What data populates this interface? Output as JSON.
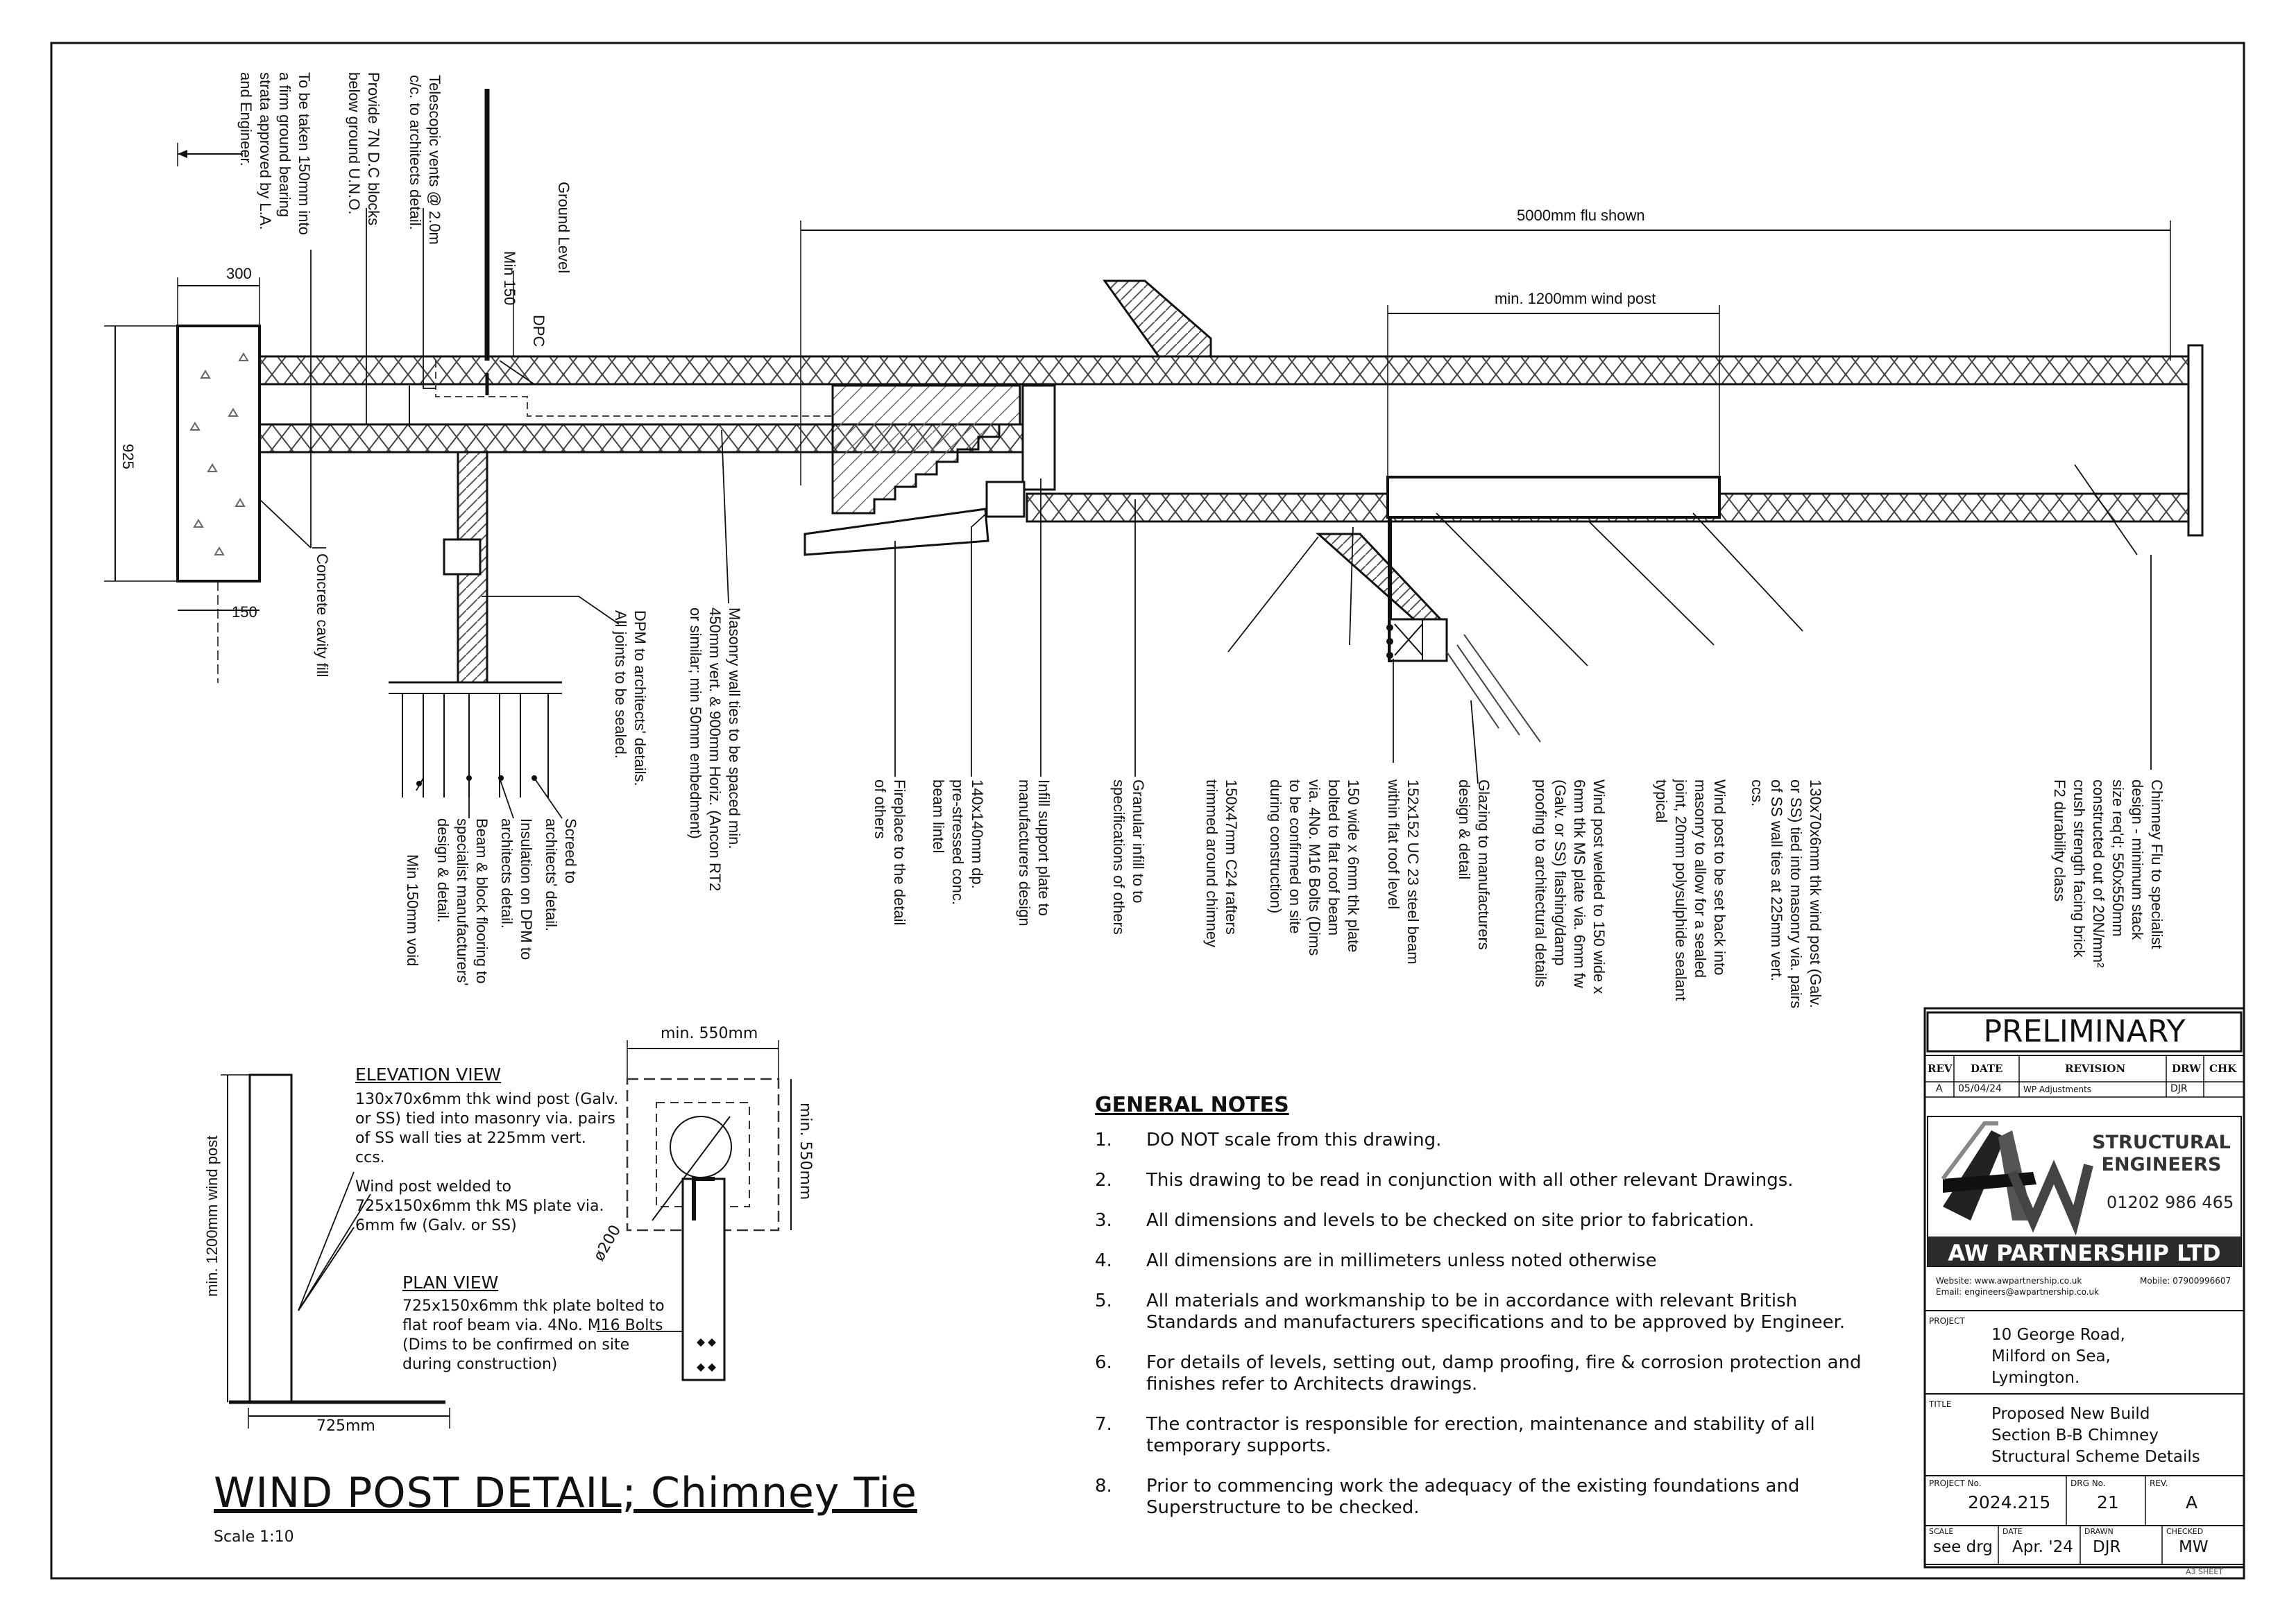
{
  "drawing": {
    "title": "WIND POST DETAIL; Chimney Tie",
    "scale": "Scale 1:10"
  },
  "section": {
    "dims": {
      "flu_shown": "5000mm flu shown",
      "min_wind_post": "min. 1200mm wind post",
      "foundation_width": "300",
      "foundation_depth": "925",
      "foundation_offset": "150",
      "min_150": "Min 150",
      "dpc": "DPC"
    },
    "top_labels": {
      "foundation_note": [
        "To be taken 150mm into",
        "a firm ground bearing",
        "strata approved by L.A.",
        "and Engineer."
      ],
      "blocks_note": [
        "Provide 7N D.C blocks",
        "below ground U.N.O."
      ],
      "vents_note": [
        "Telescopic vents @ 2.0m",
        "c/c. to architects detail."
      ],
      "ground_level": "Ground Level"
    },
    "bottom_labels": {
      "concrete_fill": "Concrete cavity fill",
      "dpm": [
        "DPM to architects' details.",
        "All joints to be sealed."
      ],
      "wall_ties": [
        "Masonry wall ties to be spaced min.",
        "450mm vert. & 900mm Horiz. (Ancon RT2",
        "or similar; min 50mm embedment)"
      ],
      "screed": [
        "Screed to",
        "architects' detail."
      ],
      "insulation": [
        "Insulation on DPM to",
        "architects detail."
      ],
      "beam_block": [
        "Beam & block flooring to",
        "specialist manufacturers'",
        "design & detail."
      ],
      "void": "Min 150mm void",
      "fireplace": [
        "Fireplace to the detail",
        "of others"
      ],
      "lintel": [
        "140x140mm dp.",
        "pre-stressed conc.",
        "beam lintel"
      ],
      "infill_plate": [
        "Infill support plate to",
        "manufacturers design"
      ],
      "granular": [
        "Granular infill to to",
        "specifications of others"
      ],
      "rafters": [
        "150x47mm C24 rafters",
        "trimmed around chimney"
      ],
      "plate_bolted": [
        "150 wide x 6mm thk plate",
        "bolted to flat roof beam",
        "via. 4No. M16 Bolts (Dims",
        "to be confirmed on site",
        "during construction)"
      ],
      "steel_beam": [
        "152x152 UC 23 steel beam",
        "within flat roof level"
      ],
      "glazing": [
        "Glazing to manufacturers",
        "design & detail"
      ],
      "post_welded": [
        "Wind post welded to 150 wide x",
        "6mm thk MS plate via. 6mm fw",
        "(Galv. or SS) flashing/damp",
        "proofing to architectural details"
      ],
      "set_back": [
        "Wind post to be set back into",
        "masonry to allow for a sealed",
        "joint, 20mm polysulphide sealant",
        "typical"
      ],
      "wind_post": [
        "130x70x6mm thk wind post (Galv.",
        "or SS) tied into masonry via. pairs",
        "of SS wall ties at 225mm vert.",
        "ccs."
      ],
      "chimney_flu": [
        "Chimney Flu to specialist",
        "design - minimum stack",
        "size req'd; 550x550mm",
        "constructed out of 20N/mm²",
        "crush strength facing brick",
        "F2 durability class"
      ]
    }
  },
  "elevation": {
    "heading": "ELEVATION VIEW",
    "text1": [
      "130x70x6mm thk wind post (Galv.",
      "or SS) tied into masonry via. pairs",
      "of SS wall ties at 225mm vert.",
      "ccs."
    ],
    "text2": [
      "Wind post welded to",
      "725x150x6mm thk MS plate via.",
      "6mm fw (Galv. or SS)"
    ],
    "dim_height": "min. 1200mm wind post",
    "dim_width": "725mm"
  },
  "plan": {
    "heading": "PLAN VIEW",
    "text": [
      "725x150x6mm thk plate bolted to",
      "flat roof beam via. 4No. M16 Bolts",
      "(Dims to be confirmed on site",
      "during construction)"
    ],
    "dim_width": "min. 550mm",
    "dim_height": "min. 550mm",
    "dim_diameter": "ø200"
  },
  "notes": {
    "title": "GENERAL NOTES",
    "items": [
      {
        "num": "1.",
        "text": "DO NOT scale from this drawing."
      },
      {
        "num": "2.",
        "text": "This drawing to be read in conjunction with all other relevant Drawings."
      },
      {
        "num": "3.",
        "text": "All dimensions and levels to be checked on site prior to fabrication."
      },
      {
        "num": "4.",
        "text": "All dimensions are in millimeters unless noted otherwise"
      },
      {
        "num": "5.",
        "text": "All materials and workmanship to be in accordance with relevant British Standards and manufacturers specifications and to be approved by Engineer."
      },
      {
        "num": "6.",
        "text": "For details of levels, setting out, damp proofing, fire & corrosion protection and finishes refer to Architects drawings."
      },
      {
        "num": "7.",
        "text": "The contractor is responsible for erection, maintenance and stability of all temporary supports."
      },
      {
        "num": "8.",
        "text": "Prior to commencing work the adequacy of the existing foundations and Superstructure to be checked."
      }
    ]
  },
  "title_block": {
    "status": "PRELIMINARY",
    "rev_headers": [
      "REV",
      "DATE",
      "REVISION",
      "DRW",
      "CHK"
    ],
    "rev_row": [
      "A",
      "05/04/24",
      "WP Adjustments",
      "DJR",
      ""
    ],
    "company_tagline": [
      "STRUCTURAL",
      "ENGINEERS"
    ],
    "phone": "01202 986 465",
    "company_name": "AW PARTNERSHIP LTD",
    "website": "Website: www.awpartnership.co.uk",
    "email": "Email: engineers@awpartnership.co.uk",
    "mobile": "Mobile: 07900996607",
    "project_label": "PROJECT",
    "project_lines": [
      "10 George Road,",
      "Milford on Sea,",
      "Lymington."
    ],
    "title_label": "TITLE",
    "title_lines": [
      "Proposed New Build",
      "Section B-B Chimney",
      "Structural Scheme Details"
    ],
    "project_no_label": "PROJECT No.",
    "project_no": "2024.215",
    "drg_no_label": "DRG No.",
    "drg_no": "21",
    "rev_label": "REV.",
    "rev": "A",
    "scale_label": "SCALE",
    "scale": "see drg",
    "date_label": "DATE",
    "date": "Apr. '24",
    "drawn_label": "DRAWN",
    "drawn": "DJR",
    "checked_label": "CHECKED",
    "checked": "MW",
    "sheet": "A3 SHEET"
  },
  "colors": {
    "line": "#111111",
    "hatch": "#555555",
    "accent": "#333333"
  }
}
